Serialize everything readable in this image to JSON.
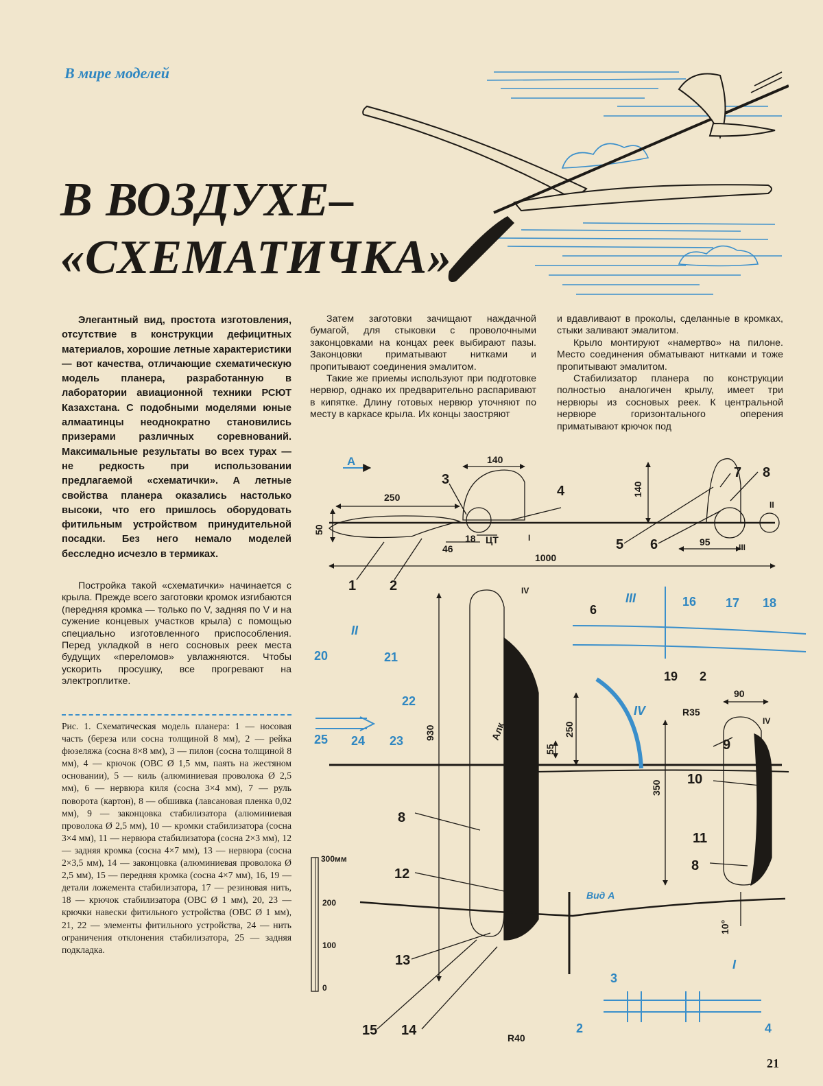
{
  "section": "В мире моделей",
  "title_line1": "В ВОЗДУХЕ–",
  "title_line2": "«СХЕМАТИЧКА»",
  "column1": {
    "lead": "Элегантный вид, простота изготовления, отсутствие в конструкции дефицитных материалов, хорошие летные характеристики — вот качества, отличающие схематическую модель планера, разработанную в лаборатории авиационной техники РСЮТ Казахстана. С подобными моделями юные алмаатинцы неоднократно становились призерами различных соревнований. Максимальные результаты во всех турах — не редкость при использовании предлагаемой «схематички». А летные свойства планера оказались настолько высоки, что его пришлось оборудовать фитильным устройством принудительной посадки. Без него немало моделей бесследно исчезло в термиках.",
    "p1": "Постройка такой «схематички» начинается с крыла. Прежде всего заготовки кромок изгибаются (передняя кромка — только по V, задняя по V и на сужение концевых участков крыла) с помощью специально изготовленного приспособления. Перед укладкой в него сосновых реек места будущих «переломов» увлажняются. Чтобы ускорить просушку, все прогревают на электроплитке."
  },
  "column2": {
    "p1": "Затем заготовки зачищают наждачной бумагой, для стыковки с проволочными законцовками на концах реек выбирают пазы. Законцовки приматывают нитками и пропитывают соединения эмалитом.",
    "p2": "Такие же приемы используют при подготовке нервюр, однако их предварительно распаривают в кипятке. Длину готовых нервюр уточняют по месту в каркасе крыла. Их концы заостряют"
  },
  "column3": {
    "p0": "и вдавливают в проколы, сделанные в кромках, стыки заливают эмалитом.",
    "p1": "Крыло монтируют «намертво» на пилоне. Место соединения обматывают нитками и тоже пропитывают эмалитом.",
    "p2": "Стабилизатор планера по конструкции полностью аналогичен крылу, имеет три нервюры из сосновых реек. К центральной нервюре горизонтального оперения приматывают крючок под"
  },
  "caption": "Рис. 1. Схематическая модель планера: 1 — носовая часть (береза или сосна толщиной 8 мм), 2 — рейка фюзеляжа (сосна 8×8 мм), 3 — пилон (сосна толщиной 8 мм), 4 — крючок (ОВС Ø 1,5 мм, паять на жестяном основании), 5 — киль (алюминиевая проволока Ø 2,5 мм), 6 — нервюра киля (сосна 3×4 мм), 7 — руль поворота (картон), 8 — обшивка (лавсановая пленка 0,02 мм), 9 — законцовка стабилизатора (алюминиевая проволока Ø 2,5 мм), 10 — кромки стабилизатора (сосна 3×4 мм), 11 — нервюра стабилизатора (сосна 2×3 мм), 12 — задняя кромка (сосна 4×7 мм), 13 — нервюра (сосна 2×3,5 мм), 14 — законцовка (алюминиевая проволока Ø 2,5 мм), 15 — передняя кромка (сосна 4×7 мм), 16, 19 — детали ложемента стабилизатора, 17 — резиновая нить, 18 — крючок стабилизатора (ОВС Ø 1 мм), 20, 23 — крючки навески фитильного устройства (ОВС Ø 1 мм), 21, 22 — элементы фитильного устройства, 24 — нить ограничения отклонения стабилизатора, 25 — задняя подкладка.",
  "drawing": {
    "side_view": {
      "view_marker": "А",
      "dims": [
        "250",
        "140",
        "140",
        "50",
        "46",
        "18",
        "95",
        "1000"
      ],
      "cg_label": "ЦТ",
      "callouts": [
        "1",
        "2",
        "3",
        "4",
        "5",
        "6",
        "7",
        "8"
      ],
      "detail_refs": [
        "I",
        "II",
        "III"
      ]
    },
    "plan_view": {
      "dims": [
        "930",
        "250",
        "55",
        "350",
        "90",
        "R35",
        "R40"
      ],
      "wing_marking": "Алк",
      "callouts": [
        "8",
        "9",
        "10",
        "11",
        "8",
        "12",
        "13",
        "14",
        "15"
      ],
      "detail_refs": [
        "IV",
        "IV"
      ]
    },
    "front_view": {
      "label": "Вид А",
      "angle": "10°"
    },
    "scale_bar": {
      "labels": [
        "300мм",
        "200",
        "100",
        "0"
      ]
    },
    "detail_II": {
      "ref": "II",
      "callouts": [
        "20",
        "21",
        "22",
        "25",
        "24",
        "23"
      ]
    },
    "detail_III": {
      "ref": "III",
      "callouts": [
        "6",
        "16",
        "17",
        "18",
        "19",
        "2"
      ]
    },
    "detail_IV": {
      "ref": "IV"
    },
    "detail_I": {
      "ref": "I",
      "callouts": [
        "3",
        "2",
        "4"
      ]
    }
  },
  "page_number": "21",
  "colors": {
    "accent_blue": "#2e86c1",
    "paper": "#f1e6cd",
    "ink": "#1d1a16"
  }
}
